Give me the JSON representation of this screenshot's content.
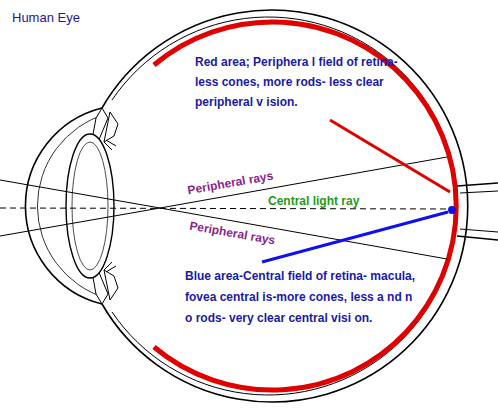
{
  "diagram": {
    "title": "Human Eye",
    "labels": [
      "Red area; Periphera l field of retina-less cones, more rods- less clear peripheral v ision.",
      "Peripheral rays",
      "Central light ray",
      "Peripheral rays",
      "Blue area-Central field of retina- macula, fovea central is-more cones, less a nd n o rods- very clear central visi on."
    ]
  }
}
